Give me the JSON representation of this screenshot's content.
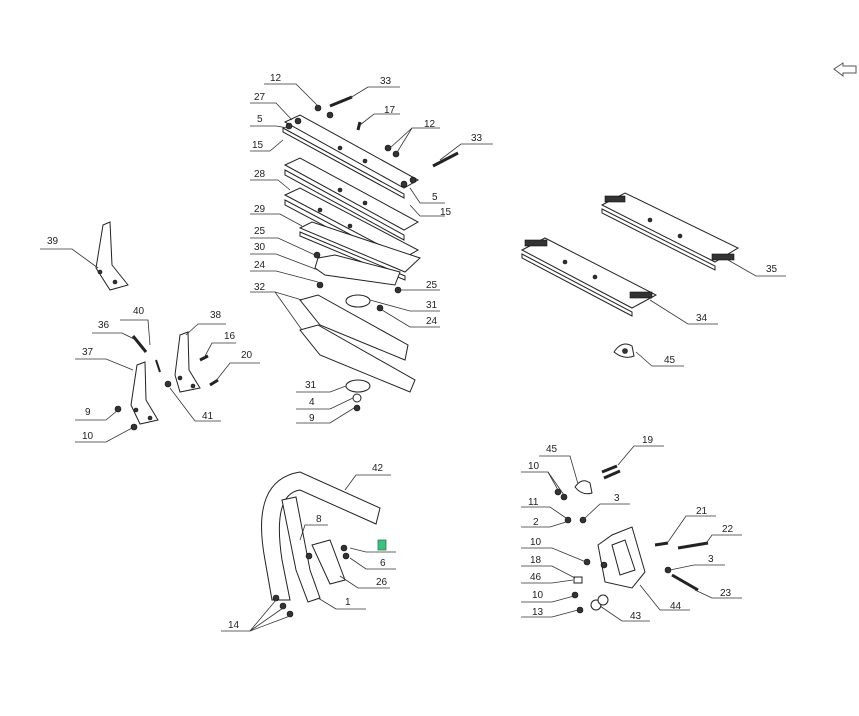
{
  "diagram": {
    "back_icon": "back-arrow-icon",
    "highlight_color": "#3fbf7f",
    "callouts": {
      "c12a": "12",
      "c33a": "33",
      "c27": "27",
      "c17": "17",
      "c5a": "5",
      "c12b": "12",
      "c33b": "33",
      "c15a": "15",
      "c28": "28",
      "c5b": "5",
      "c15b": "15",
      "c29": "29",
      "c25a": "25",
      "c30": "30",
      "c24a": "24",
      "c25b": "25",
      "c32": "32",
      "c31a": "31",
      "c24b": "24",
      "c31b": "31",
      "c4": "4",
      "c9b": "9",
      "c39": "39",
      "c40": "40",
      "c38": "38",
      "c36": "36",
      "c16": "16",
      "c37": "37",
      "c20": "20",
      "c9a": "9",
      "c41": "41",
      "c10a": "10",
      "c35": "35",
      "c34": "34",
      "c45a": "45",
      "c42": "42",
      "c8": "8",
      "c6": "6",
      "c26": "26",
      "c1": "1",
      "c14": "14",
      "c45b": "45",
      "c19": "19",
      "c10b": "10",
      "c11": "11",
      "c3a": "3",
      "c2": "2",
      "c21": "21",
      "c22": "22",
      "c10c": "10",
      "c3b": "3",
      "c18": "18",
      "c46": "46",
      "c23": "23",
      "c10d": "10",
      "c44": "44",
      "c13": "13",
      "c43": "43"
    }
  }
}
